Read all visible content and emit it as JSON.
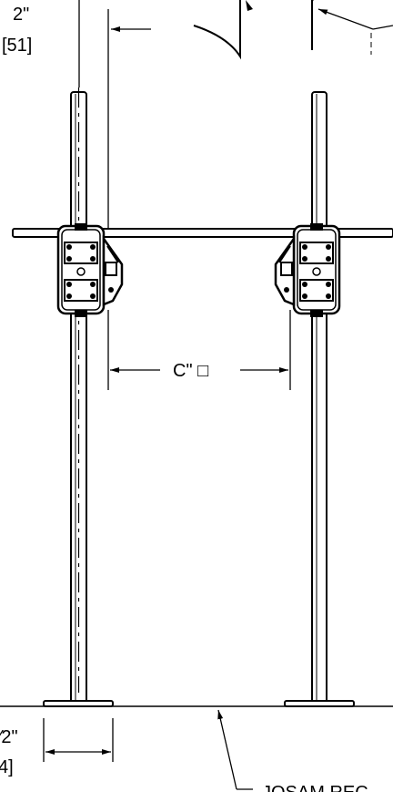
{
  "drawing": {
    "dim_top_in": "2\"",
    "dim_top_mm": "[51]",
    "dim_center_label": "C\" □",
    "dim_bottom_in": "⁄2\"",
    "dim_bottom_mm": "4]",
    "callout_text": "JOSAM REC"
  }
}
